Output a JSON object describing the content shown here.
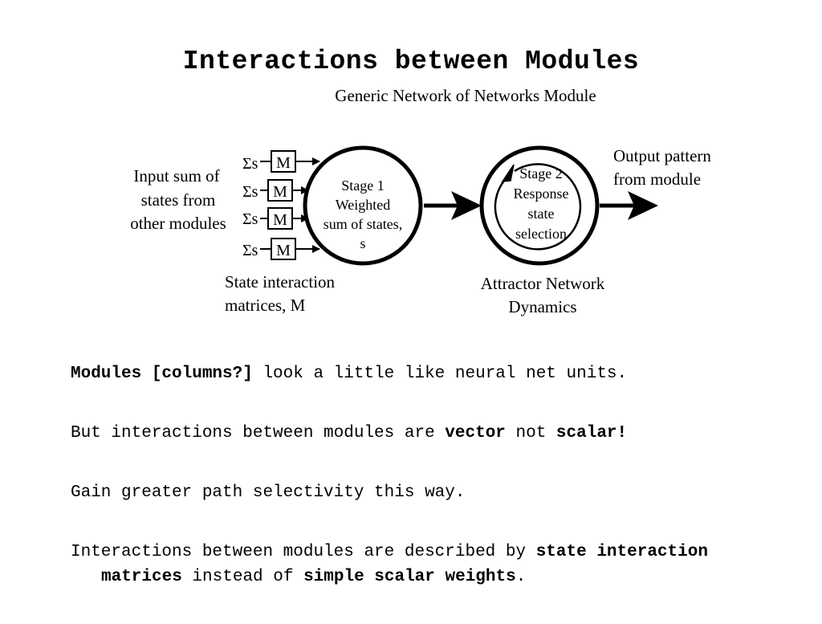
{
  "slide": {
    "title": "Interactions between Modules"
  },
  "diagram": {
    "heading": "Generic Network of Networks Module",
    "input_label": [
      "Input sum of",
      "states from",
      "other modules"
    ],
    "sum_symbol": "Σs",
    "matrix_symbol": "M",
    "matrix_label": [
      "State interaction",
      "matrices, M"
    ],
    "stage1": [
      "Stage 1",
      "Weighted",
      "sum of states,",
      "s"
    ],
    "stage2": [
      "Stage 2",
      "Response",
      "state",
      "selection"
    ],
    "attractor_label": [
      "Attractor Network",
      "Dynamics"
    ],
    "output_label": [
      "Output pattern",
      "from module"
    ]
  },
  "bullets": {
    "b1": {
      "bold": "Modules [columns?]",
      "rest": " look a little like neural net units."
    },
    "b2": {
      "pre": "But interactions between modules are ",
      "bold1": "vector",
      "mid": " not ",
      "bold2": "scalar!"
    },
    "b3": {
      "text": "Gain greater path selectivity this way."
    },
    "b4": {
      "pre": "Interactions between modules are described by ",
      "bold1": "state interaction matrices",
      "mid": " instead of ",
      "bold2": "simple scalar weights",
      "post": "."
    }
  }
}
